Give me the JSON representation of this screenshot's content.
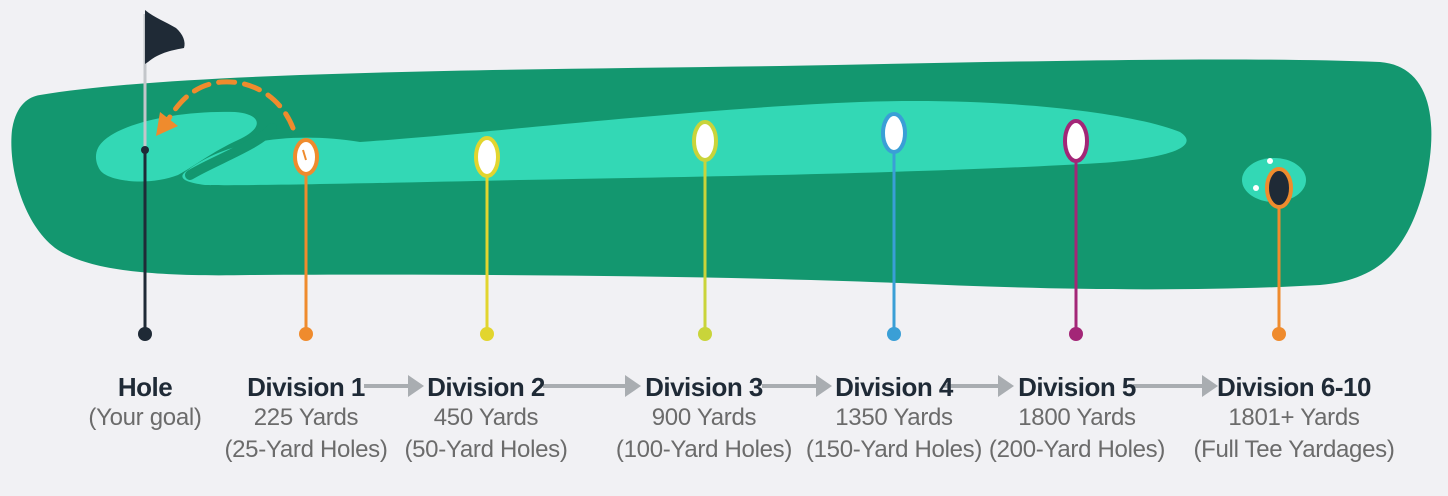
{
  "colors": {
    "background": "#f1f1f4",
    "fairway": "#13976f",
    "fairway_light": "#33d8b5",
    "flagpole": "#1f2a36",
    "arrow": "#a9adb1",
    "division_1": "#ef8b2d",
    "division_2": "#e2d52e",
    "division_3": "#c9d43a",
    "division_4": "#3a9fd6",
    "division_5": "#a32677",
    "division_6_10": "#ef8b2d"
  },
  "icons": {
    "flag": "flag-icon",
    "golf_ball": "golf-ball-icon",
    "arrow": "arrow-right-icon",
    "shot_path": "dashed-shot-arc"
  },
  "hole": {
    "name": "Hole",
    "desc": "(Your goal)"
  },
  "divisions": [
    {
      "name": "Division 1",
      "yards": "225 Yards",
      "holes": "(25-Yard Holes)"
    },
    {
      "name": "Division 2",
      "yards": "450 Yards",
      "holes": "(50-Yard Holes)"
    },
    {
      "name": "Division 3",
      "yards": "900 Yards",
      "holes": "(100-Yard Holes)"
    },
    {
      "name": "Division 4",
      "yards": "1350 Yards",
      "holes": "(150-Yard Holes)"
    },
    {
      "name": "Division 5",
      "yards": "1800 Yards",
      "holes": "(200-Yard Holes)"
    },
    {
      "name": "Division 6-10",
      "yards": "1801+ Yards",
      "holes": "(Full Tee Yardages)"
    }
  ]
}
